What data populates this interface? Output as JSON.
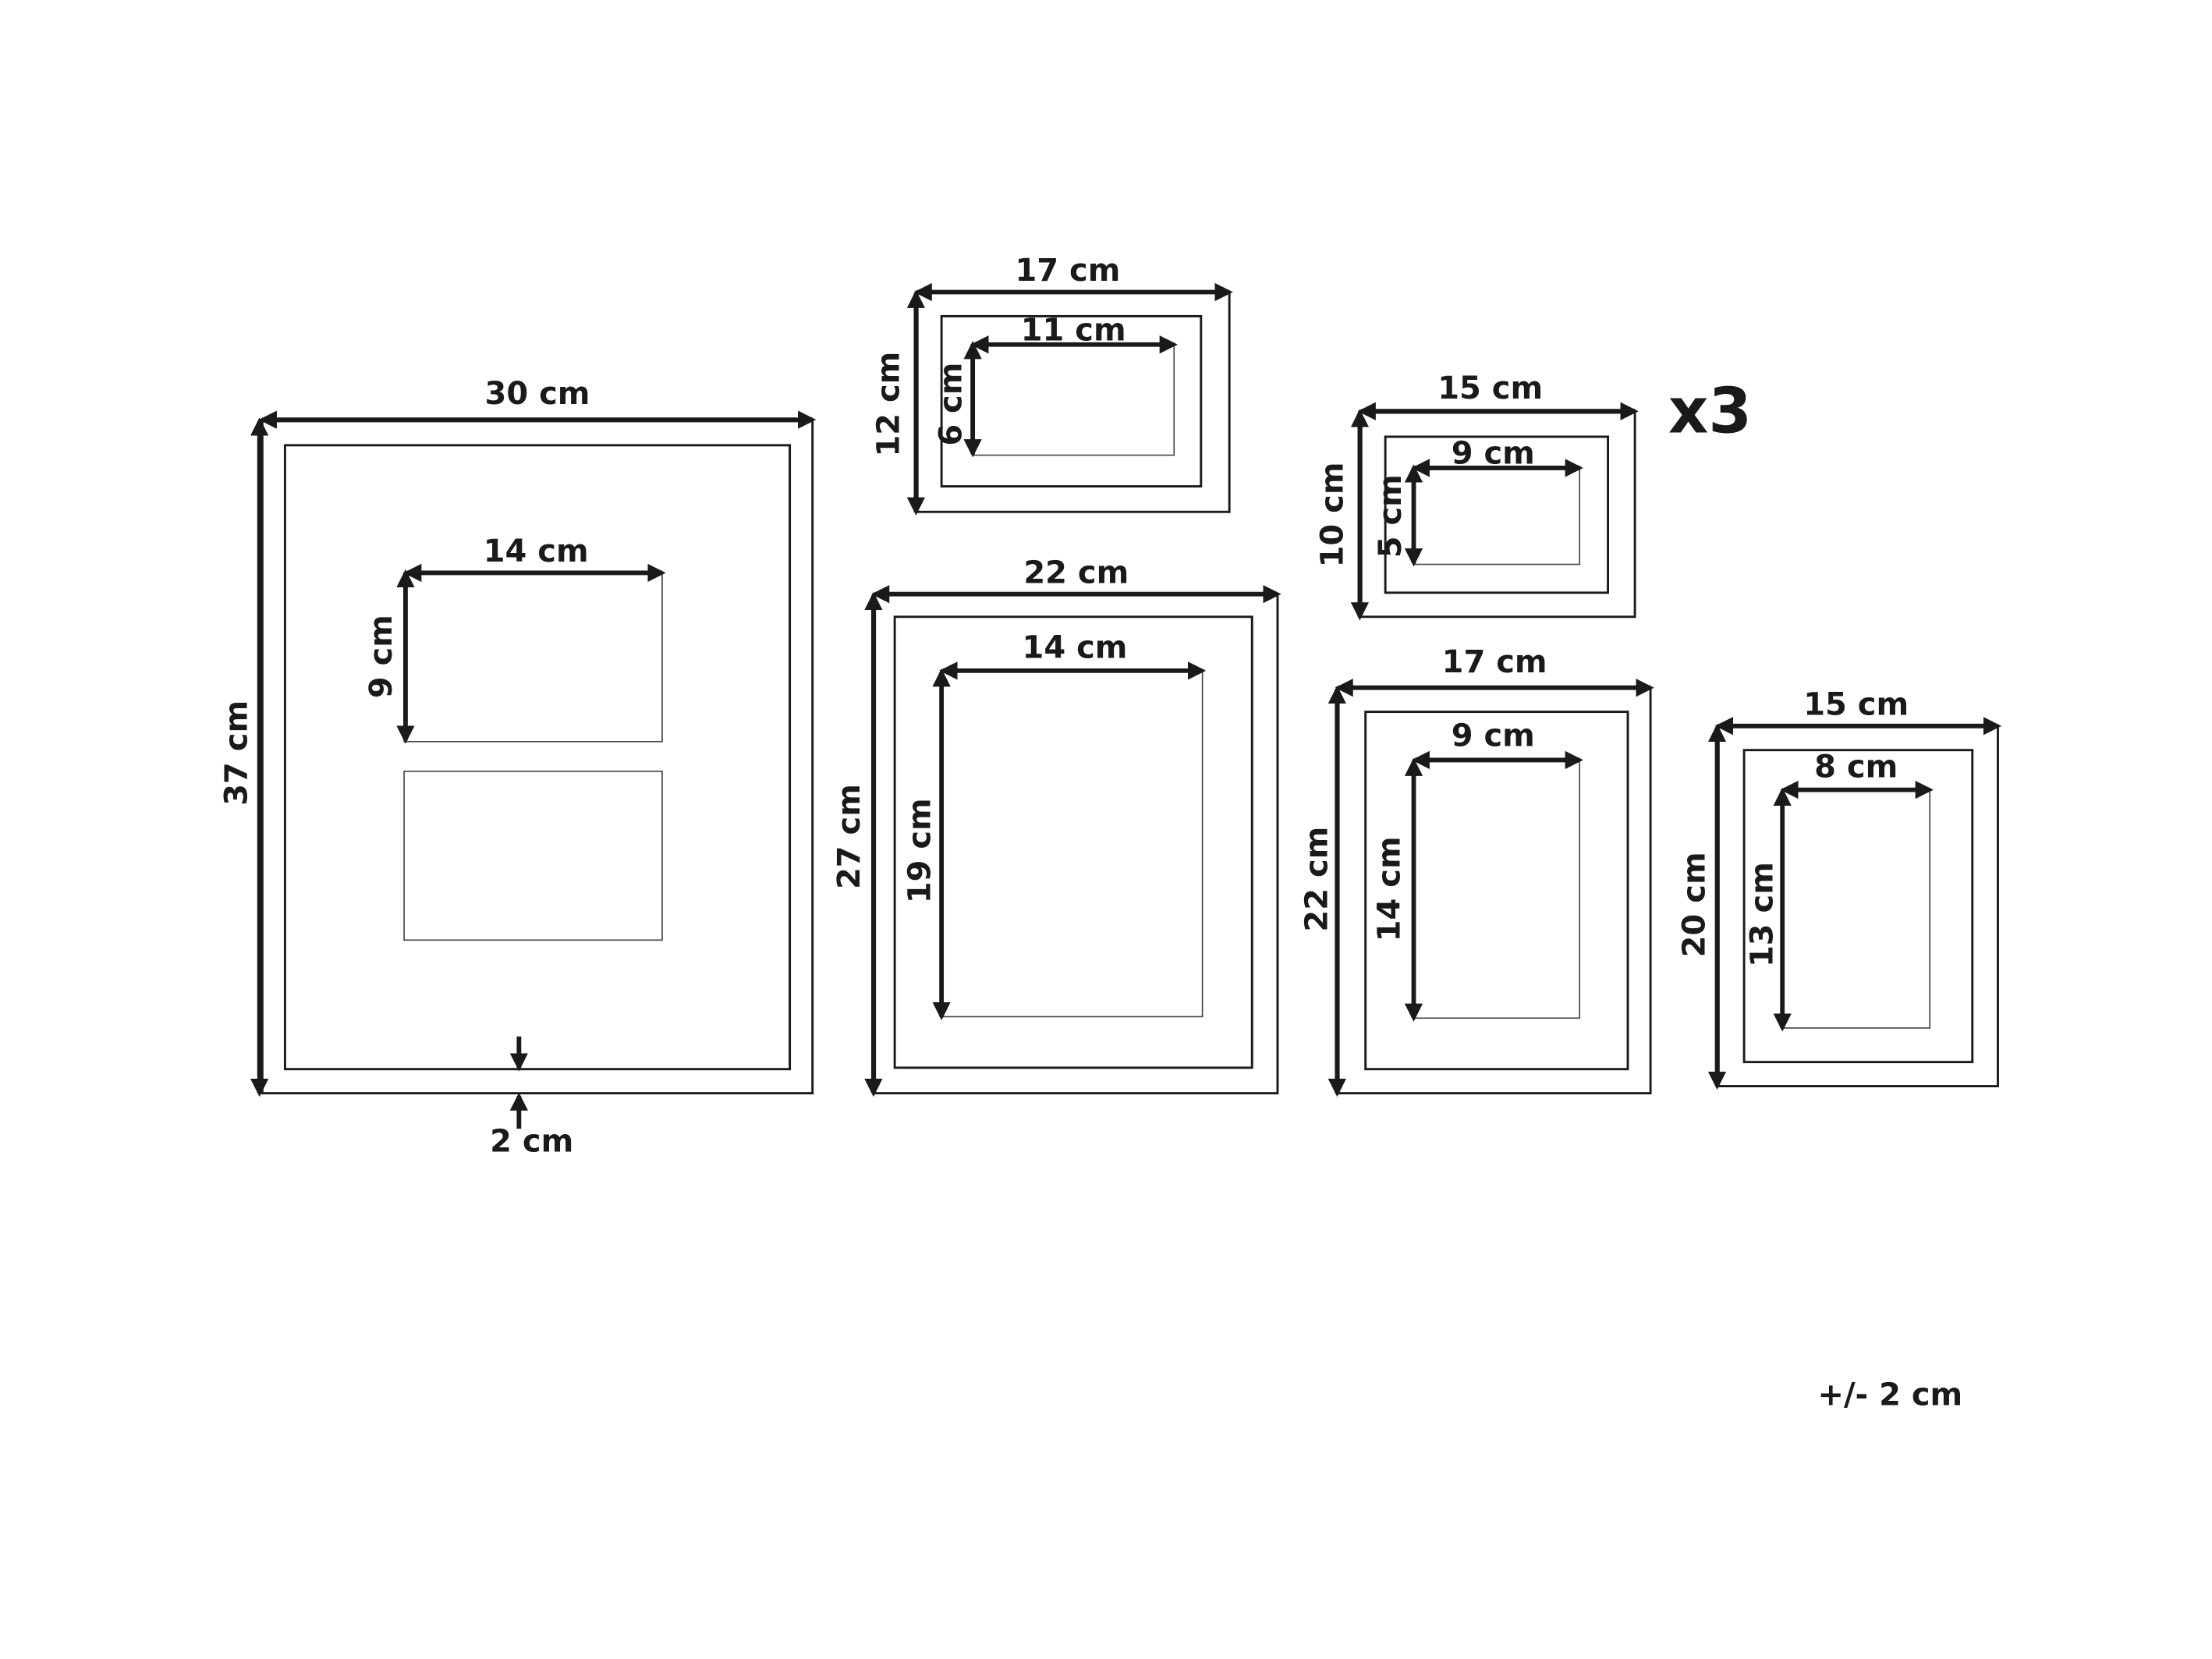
{
  "frames": [
    {
      "outer_width": "30 cm",
      "outer_height": "37 cm",
      "inner_width": "14 cm",
      "inner_height": "9 cm",
      "border": "2 cm"
    },
    {
      "outer_width": "17 cm",
      "outer_height": "12 cm",
      "inner_width": "11 cm",
      "inner_height": "6 cm"
    },
    {
      "outer_width": "15 cm",
      "outer_height": "10 cm",
      "inner_width": "9 cm",
      "inner_height": "5 cm",
      "quantity": "x3"
    },
    {
      "outer_width": "22 cm",
      "outer_height": "27 cm",
      "inner_width": "14 cm",
      "inner_height": "19 cm"
    },
    {
      "outer_width": "17 cm",
      "outer_height": "22 cm",
      "inner_width": "9 cm",
      "inner_height": "14 cm"
    },
    {
      "outer_width": "15 cm",
      "outer_height": "20 cm",
      "inner_width": "8 cm",
      "inner_height": "13 cm"
    }
  ],
  "tolerance": "+/- 2 cm"
}
